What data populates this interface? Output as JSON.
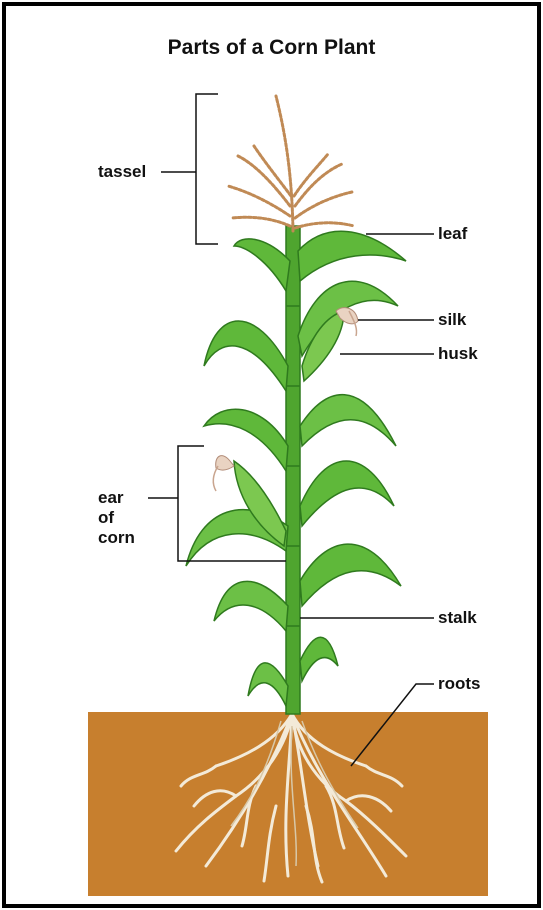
{
  "title": "Parts of a Corn Plant",
  "labels": {
    "tassel": "tassel",
    "leaf": "leaf",
    "silk": "silk",
    "husk": "husk",
    "ear_line1": "ear",
    "ear_line2": "of",
    "ear_line3": "corn",
    "stalk": "stalk",
    "roots": "roots"
  },
  "colors": {
    "soil": "#c77f2e",
    "leaf_green": "#5fb83a",
    "leaf_dark": "#2f7a1e",
    "tassel": "#c08a55",
    "roots": "#f0e6d2",
    "border": "#000000"
  }
}
